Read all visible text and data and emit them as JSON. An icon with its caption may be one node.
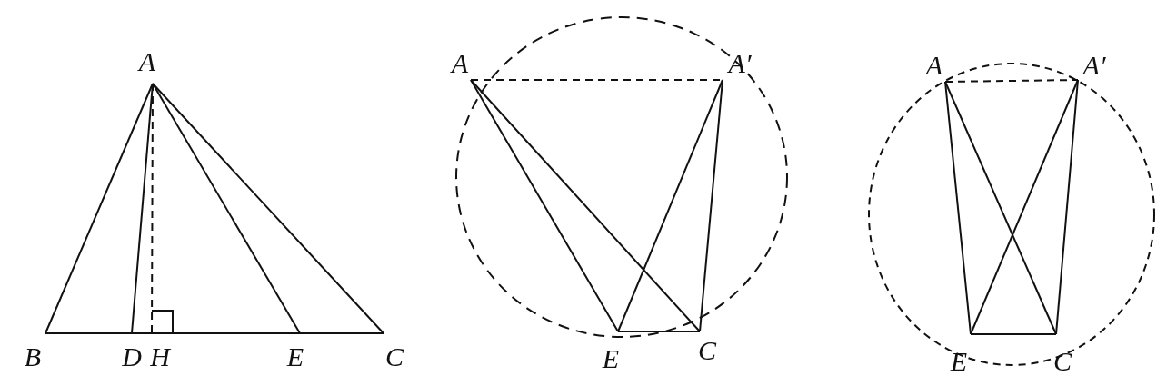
{
  "diagram": {
    "nodes": [
      {
        "text": [
          "A"
        ]
      },
      {
        "text": [
          "B"
        ]
      },
      {
        "text": [
          "D"
        ]
      },
      {
        "text": [
          "H"
        ]
      },
      {
        "text": [
          "E"
        ]
      },
      {
        "text": [
          "C"
        ]
      },
      {
        "text": [
          "A"
        ]
      },
      {
        "text": [
          "A′"
        ]
      },
      {
        "text": [
          "E"
        ]
      },
      {
        "text": [
          "C"
        ]
      },
      {
        "text": [
          "A"
        ]
      },
      {
        "text": [
          "A′"
        ]
      },
      {
        "text": [
          "E"
        ]
      },
      {
        "text": [
          "C"
        ]
      }
    ],
    "edges": [
      {
        "from": 0,
        "to": 1,
        "arrow": "none"
      },
      {
        "from": 0,
        "to": 2,
        "arrow": "none"
      },
      {
        "from": 0,
        "to": 3,
        "arrow": "none",
        "style": "dashed"
      },
      {
        "from": 0,
        "to": 4,
        "arrow": "none"
      },
      {
        "from": 0,
        "to": 5,
        "arrow": "none"
      },
      {
        "from": 1,
        "to": 5,
        "arrow": "none"
      },
      {
        "from": 6,
        "to": 7,
        "arrow": "none",
        "style": "dashed"
      },
      {
        "from": 6,
        "to": 8,
        "arrow": "none"
      },
      {
        "from": 6,
        "to": 9,
        "arrow": "none"
      },
      {
        "from": 7,
        "to": 8,
        "arrow": "none"
      },
      {
        "from": 7,
        "to": 9,
        "arrow": "none"
      },
      {
        "from": 8,
        "to": 9,
        "arrow": "none"
      },
      {
        "from": 10,
        "to": 11,
        "arrow": "none",
        "style": "dashed"
      },
      {
        "from": 10,
        "to": 12,
        "arrow": "none"
      },
      {
        "from": 10,
        "to": 13,
        "arrow": "none"
      },
      {
        "from": 11,
        "to": 12,
        "arrow": "none"
      },
      {
        "from": 11,
        "to": 13,
        "arrow": "none"
      },
      {
        "from": 12,
        "to": 13,
        "arrow": "none"
      }
    ]
  }
}
